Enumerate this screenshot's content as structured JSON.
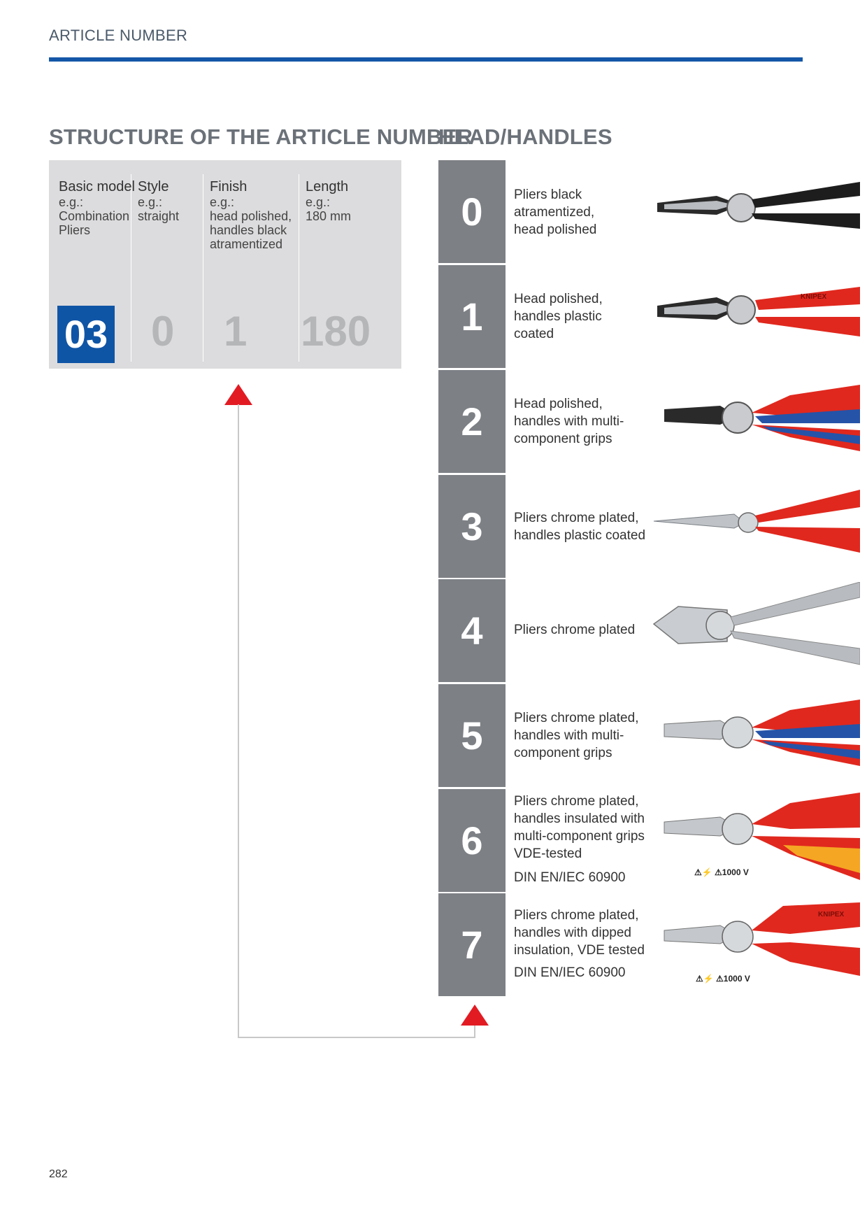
{
  "header": {
    "label": "ARTICLE NUMBER"
  },
  "titles": {
    "structure": "STRUCTURE OF THE ARTICLE NUMBER",
    "head_handles": "HEAD/HANDLES"
  },
  "structure": {
    "columns": [
      {
        "heading": "Basic model",
        "example": "e.g.:\nCombination\nPliers",
        "value": "03"
      },
      {
        "heading": "Style",
        "example": "e.g.:\nstraight",
        "value": "0"
      },
      {
        "heading": "Finish",
        "example": "e.g.:\nhead polished,\nhandles black\natramentized",
        "value": "1"
      },
      {
        "heading": "Length",
        "example": "e.g.:\n180 mm",
        "value": "180"
      }
    ]
  },
  "options": [
    {
      "num": "0",
      "text": "Pliers black\natramentized,\nhead polished",
      "std": ""
    },
    {
      "num": "1",
      "text": "Head polished,\nhandles plastic\ncoated",
      "std": ""
    },
    {
      "num": "2",
      "text": "Head polished,\nhandles with multi-\ncomponent grips",
      "std": ""
    },
    {
      "num": "3",
      "text": "Pliers chrome plated,\nhandles plastic coated",
      "std": ""
    },
    {
      "num": "4",
      "text": "Pliers chrome plated",
      "std": ""
    },
    {
      "num": "5",
      "text": "Pliers chrome plated,\nhandles with multi-\ncomponent grips",
      "std": ""
    },
    {
      "num": "6",
      "text": "Pliers chrome plated,\nhandles insulated with\nmulti-component grips\nVDE-tested",
      "std": "DIN EN/IEC 60900",
      "vde": "1000 V"
    },
    {
      "num": "7",
      "text": "Pliers chrome plated,\nhandles with dipped\ninsulation, VDE tested",
      "std": "DIN EN/IEC 60900",
      "vde": "1000 V"
    }
  ],
  "brand_marks": {
    "brand": "KNIPEX"
  },
  "colors": {
    "accent_blue": "#0f55a6",
    "rule_blue": "#1457a8",
    "arrow_red": "#e21b23",
    "num_grey": "#7d8085",
    "box_grey": "#dcdcde"
  },
  "footer": {
    "page_number": "282"
  }
}
